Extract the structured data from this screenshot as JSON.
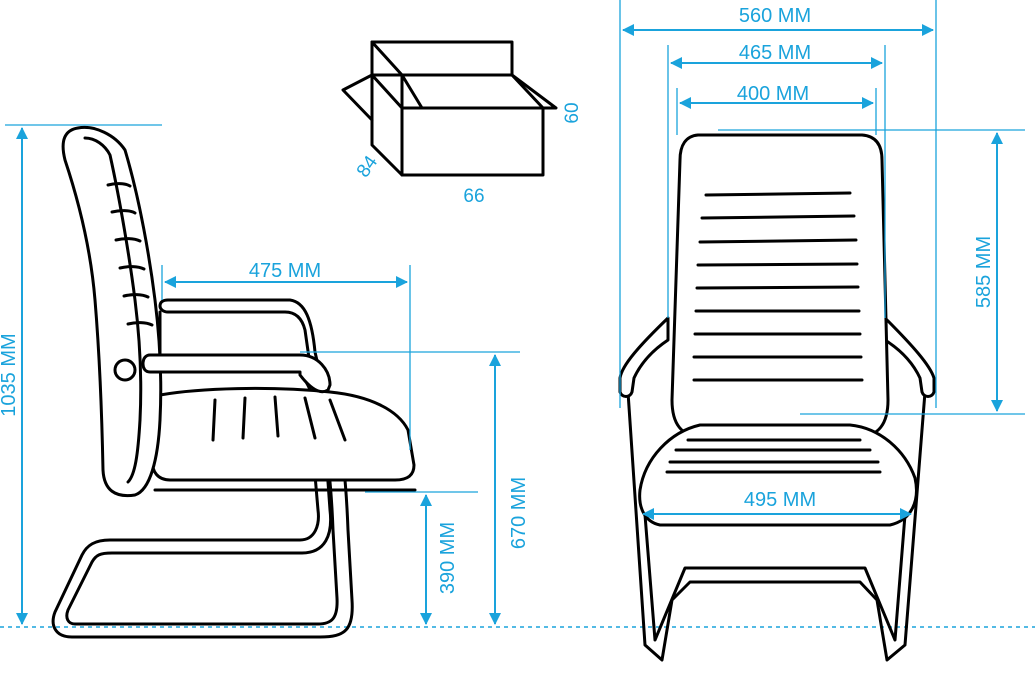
{
  "colors": {
    "dimension": "#1aa3dc",
    "outline": "#000000",
    "background": "#ffffff"
  },
  "box": {
    "depth": "84",
    "width": "66",
    "height": "60"
  },
  "side_view": {
    "total_height": "1035 MM",
    "seat_depth": "475 MM",
    "armrest_height": "670 MM",
    "seat_height": "390 MM"
  },
  "front_view": {
    "overall_width": "560 MM",
    "armrest_width": "465 MM",
    "back_width": "400 MM",
    "back_height": "585 MM",
    "seat_width": "495 MM"
  }
}
